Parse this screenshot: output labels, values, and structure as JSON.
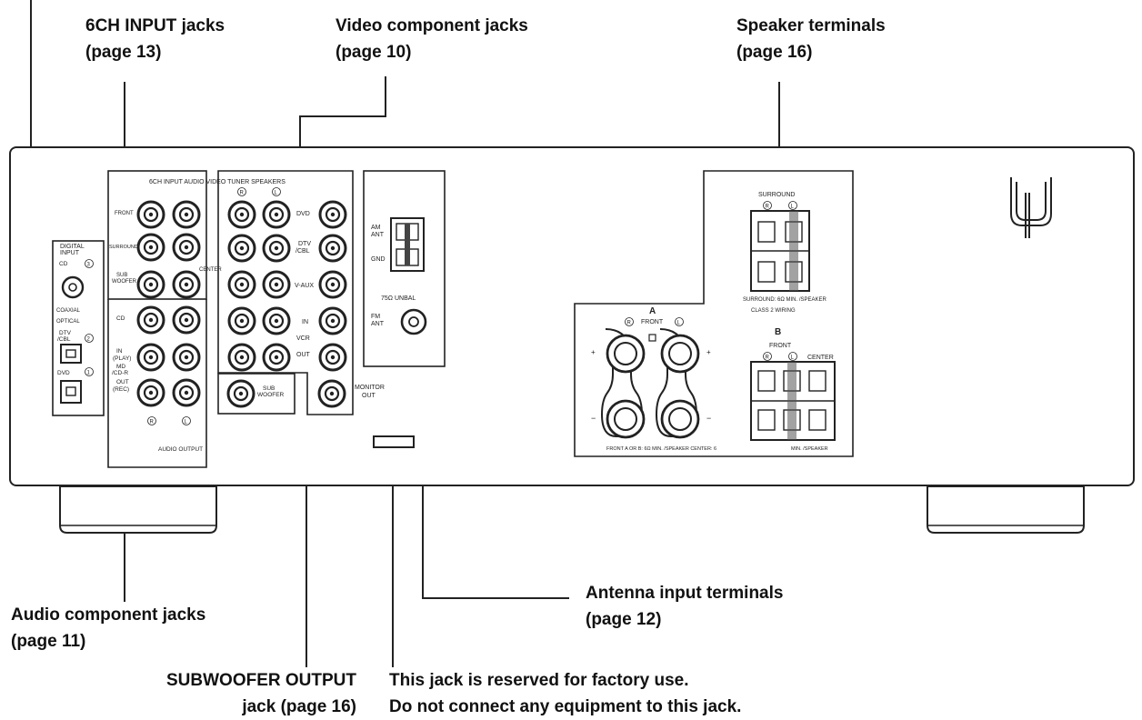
{
  "callouts": {
    "sixch": {
      "line1": "6CH INPUT jacks",
      "line2": "(page 13)"
    },
    "video": {
      "line1": "Video component jacks",
      "line2": "(page 10)"
    },
    "speaker": {
      "line1": "Speaker terminals",
      "line2": "(page 16)"
    },
    "audio": {
      "line1": "Audio component jacks",
      "line2": "(page 11)"
    },
    "antenna": {
      "line1": "Antenna input terminals",
      "line2": "(page 12)"
    },
    "subwoofer": {
      "line1": "SUBWOOFER OUTPUT",
      "line2": "jack (page 16)"
    },
    "factory": {
      "line1": "This jack is reserved for factory use.",
      "line2": "Do not connect any equipment to this jack."
    }
  },
  "panel": {
    "header": "6CH INPUT AUDIO VIDEO TUNER SPEAKERS",
    "digital_input": [
      "DIGITAL",
      "INPUT"
    ],
    "cd": "CD",
    "coaxial": "COAXIAL",
    "optical": "OPTICAL",
    "dtv_cbl": [
      "DTV",
      "/CBL"
    ],
    "dvd": "DVD",
    "front": "FRONT",
    "surround": "SURROUND",
    "sub_woofer": [
      "SUB",
      "WOOFER"
    ],
    "center": "CENTER",
    "in_play": [
      "IN",
      "(PLAY)"
    ],
    "md_cdr": [
      "MD",
      "/CD-R"
    ],
    "out_rec": [
      "OUT",
      "(REC)"
    ],
    "audio_output": "AUDIO OUTPUT",
    "sub_woofer_out": [
      "SUB",
      "WOOFER"
    ],
    "v_aux": "V-AUX",
    "in": "IN",
    "vcr": "VCR",
    "out": "OUT",
    "monitor_out": [
      "MONITOR",
      "OUT"
    ],
    "am_ant": [
      "AM",
      "ANT"
    ],
    "gnd": "GND",
    "unbal": "75Ω UNBAL",
    "fm_ant": [
      "FM",
      "ANT"
    ],
    "speaker_surround": "SURROUND",
    "speaker_a": "A",
    "speaker_b": "B",
    "speaker_front": "FRONT",
    "speaker_center": "CENTER",
    "surround_spec": "SURROUND: 6Ω MIN. /SPEAKER",
    "class2": "CLASS 2 WIRING",
    "front_spec": "FRONT A OR B: 6Ω MIN. /SPEAKER CENTER: 6",
    "b_spec": "MIN. /SPEAKER",
    "ch_r": "R",
    "ch_l": "L",
    "num1": "1",
    "num2": "2",
    "num3": "3"
  }
}
